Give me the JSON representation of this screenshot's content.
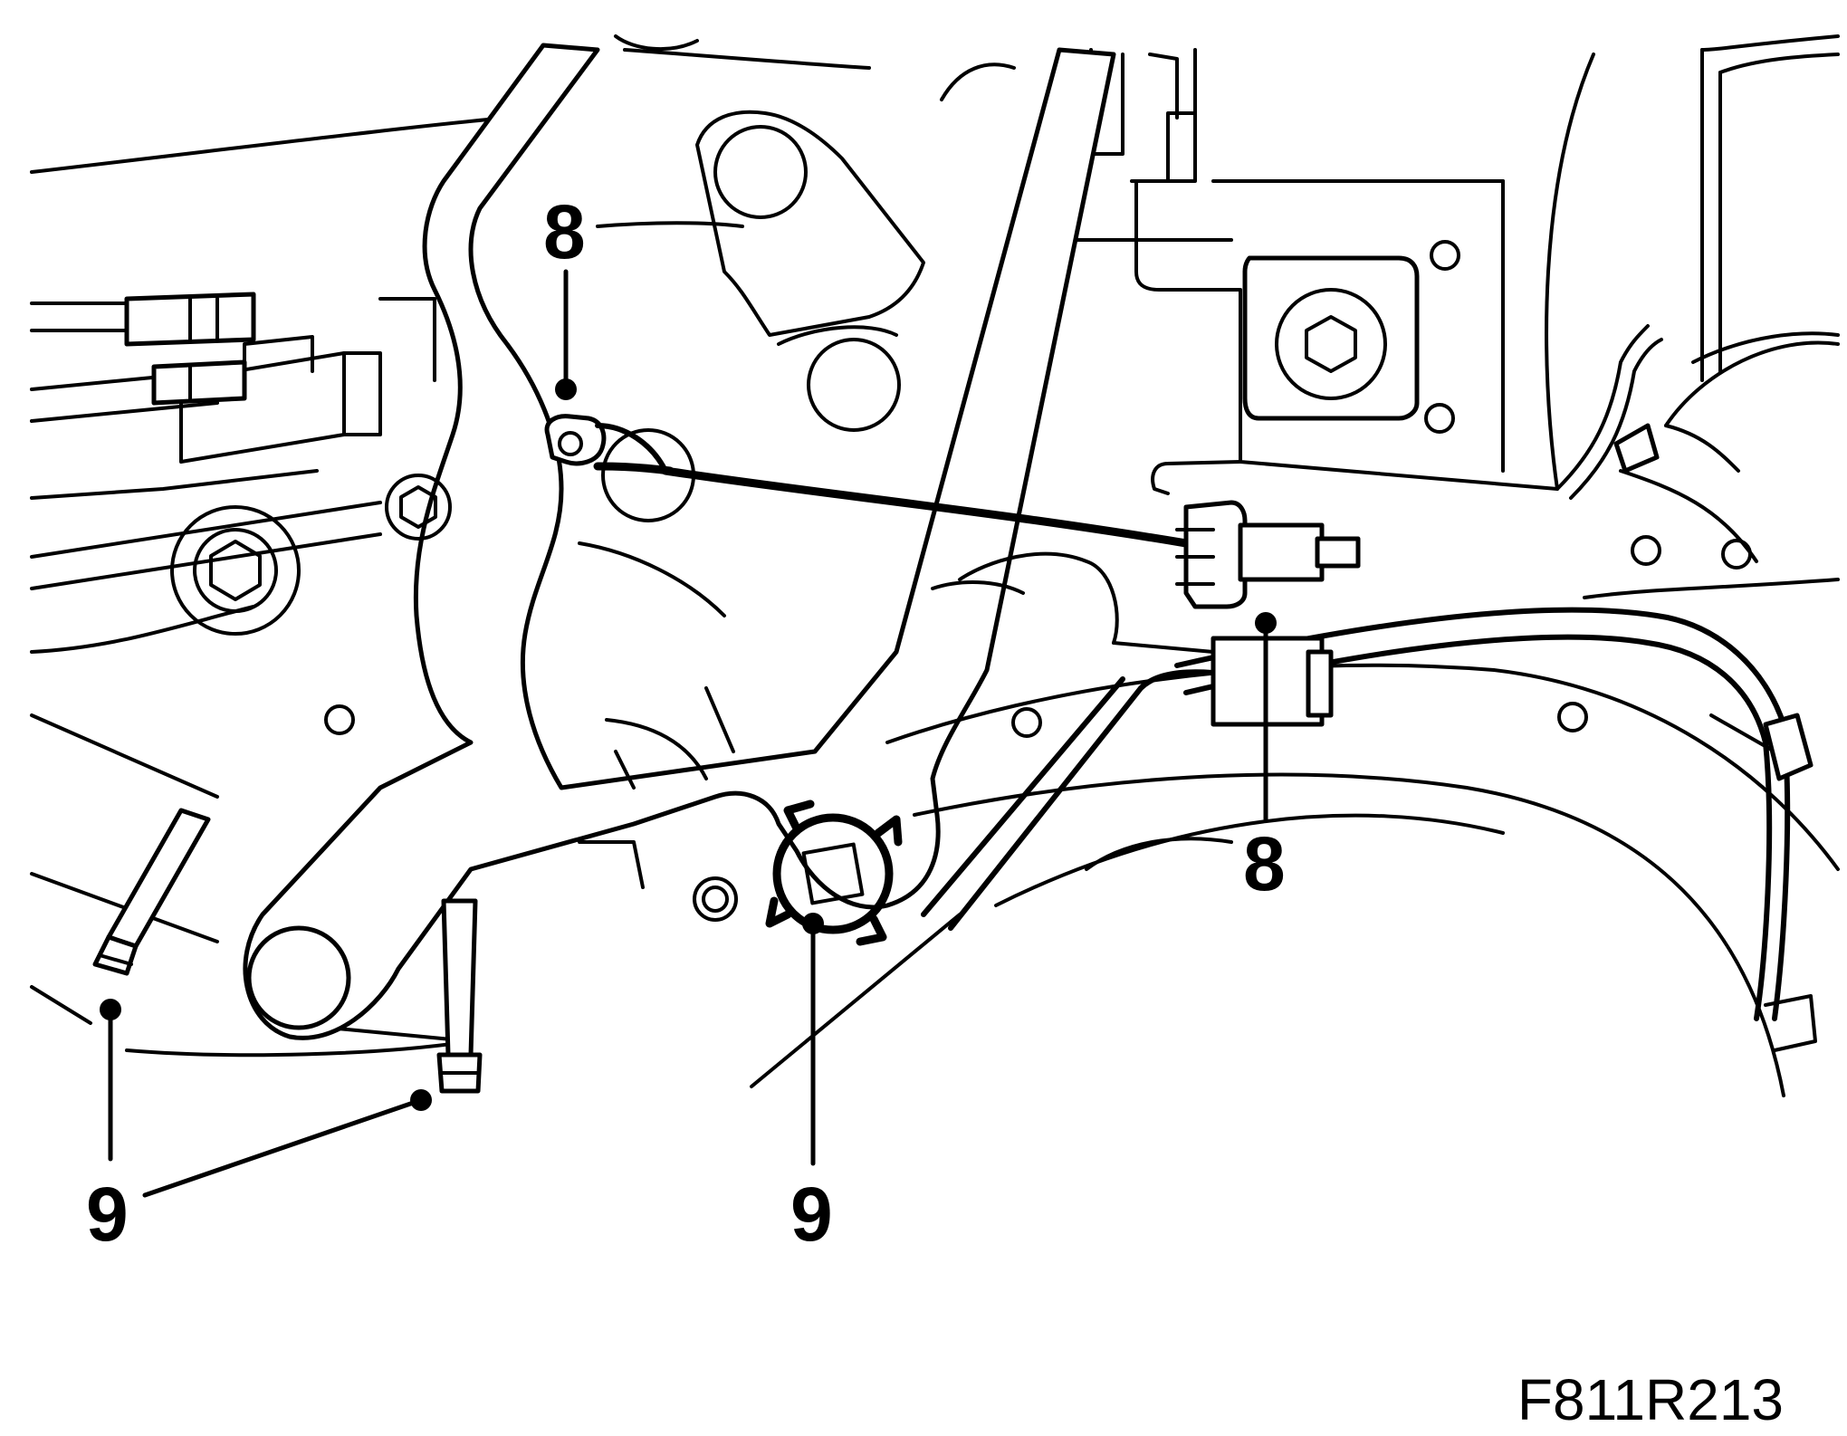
{
  "callouts": {
    "c8_top": "8",
    "c8_right": "8",
    "c9_left": "9",
    "c9_right": "9"
  },
  "figure_id": "F811R213",
  "colors": {
    "line": "#000000",
    "background": "#ffffff"
  }
}
